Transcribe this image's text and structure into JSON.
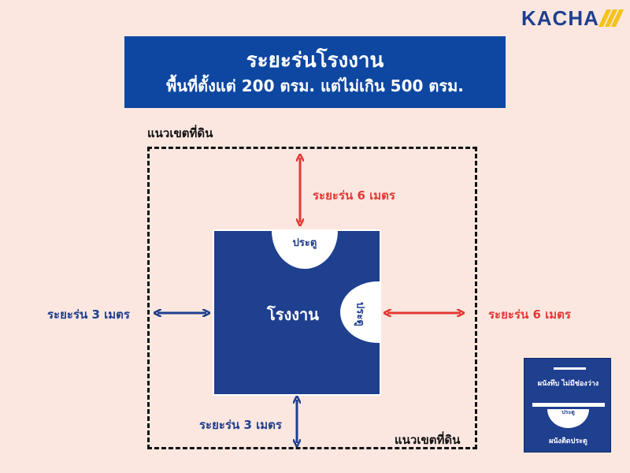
{
  "logo": {
    "text": "KACHA"
  },
  "banner": {
    "title": "ระยะร่นโรงงาน",
    "subtitle": "พื้นที่ตั้งแต่ 200 ตรม. แต่ไม่เกิน 500 ตรม."
  },
  "boundary": {
    "label_top": "แนวเขตที่ดิน",
    "label_bottom": "แนวเขตที่ดิน"
  },
  "factory": {
    "label": "โรงงาน",
    "door_top_label": "ประตู",
    "door_right_label": "ประตู"
  },
  "setbacks": {
    "top": "ระยะร่น 6 เมตร",
    "right": "ระยะร่น 6 เมตร",
    "left": "ระยะร่น 3 เมตร",
    "bottom": "ระยะร่น 3 เมตร"
  },
  "legend": {
    "solid_wall": "ผนังทึบ ไม่มีช่องว่าง",
    "door": "ประตู",
    "door_wall": "ผนังติดประตู"
  },
  "colors": {
    "background": "#fbe7e0",
    "banner": "#0d47a1",
    "factory": "#1f3f8f",
    "red_arrow": "#e53935",
    "blue_arrow": "#1f3f8f",
    "logo_accent": "#f4c21a"
  }
}
